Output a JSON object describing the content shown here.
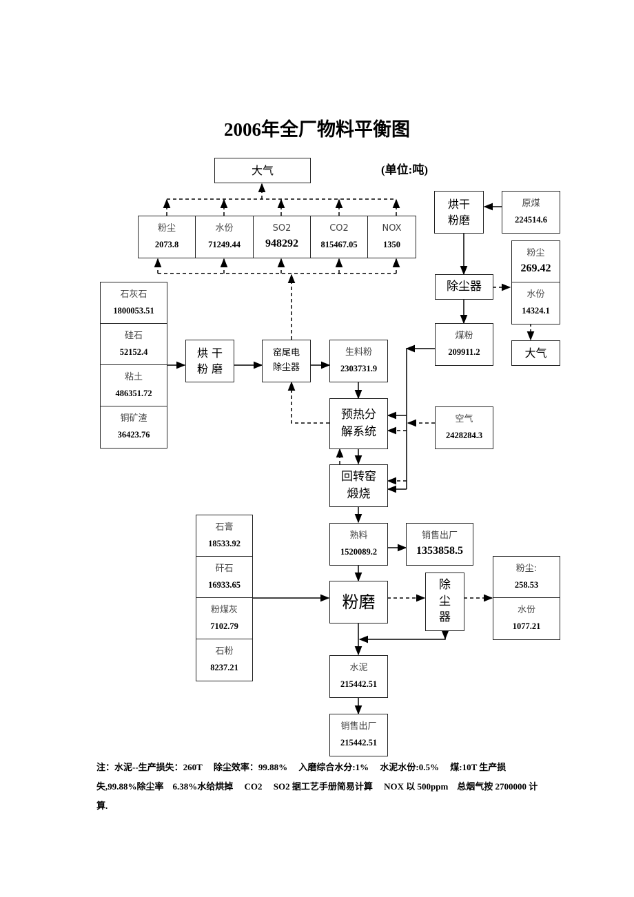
{
  "title": "2006年全厂物料平衡图",
  "unit": "(单位:吨)",
  "atmosphere_top": "大气",
  "emissions": [
    {
      "label": "粉尘",
      "value": "2073.8"
    },
    {
      "label": "水份",
      "value": "71249.44"
    },
    {
      "label": "SO2",
      "value": "948292"
    },
    {
      "label": "CO2",
      "value": "815467.05"
    },
    {
      "label": "NOX",
      "value": "1350"
    }
  ],
  "coal": {
    "raw_coal": {
      "label": "原煤",
      "value": "224514.6"
    },
    "coal_mill": "烘干粉磨",
    "dust_collector": "除尘器",
    "dust": {
      "label": "粉尘",
      "value": "269.42"
    },
    "moisture": {
      "label": "水份",
      "value": "14324.1"
    },
    "atmosphere": "大气",
    "coal_powder": {
      "label": "煤粉",
      "value": "209911.2"
    }
  },
  "raw_materials": [
    {
      "label": "石灰石",
      "value": "1800053.51"
    },
    {
      "label": "硅石",
      "value": "52152.4"
    },
    {
      "label": "粘土",
      "value": "486351.72"
    },
    {
      "label": "铜矿渣",
      "value": "36423.76"
    }
  ],
  "raw_mill": "烘 干 粉 磨",
  "kiln_tail_esp": "窑尾电除尘器",
  "raw_meal": {
    "label": "生料粉",
    "value": "2303731.9"
  },
  "preheater": "预热分解系统",
  "air": {
    "label": "空气",
    "value": "2428284.3"
  },
  "kiln": "回转窑煅烧",
  "clinker": {
    "label": "熟料",
    "value": "1520089.2"
  },
  "clinker_sales": {
    "label": "销售出厂",
    "value": "1353858.5"
  },
  "additives": [
    {
      "label": "石膏",
      "value": "18533.92"
    },
    {
      "label": "矸石",
      "value": "16933.65"
    },
    {
      "label": "粉煤灰",
      "value": "7102.79"
    },
    {
      "label": "石粉",
      "value": "8237.21"
    }
  ],
  "cement_mill": "粉磨",
  "cement_dust_collector": "除尘器",
  "cement_dust": {
    "label": "粉尘:",
    "value": "258.53"
  },
  "cement_moisture": {
    "label": "水份",
    "value": "1077.21"
  },
  "cement": {
    "label": "水泥",
    "value": "215442.51"
  },
  "cement_sales": {
    "label": "销售出厂",
    "value": "215442.51"
  },
  "note": "注：水泥--生产损失：260T　 除尘效率：99.88%　 入磨综合水分:1%　 水泥水份:0.5%　 煤:10T 生产损失,99.88%除尘率　6.38%水给烘掉　 CO2　 SO2 据工艺手册简易计算　 NOX 以 500ppm　总烟气按 2700000 计算."
}
